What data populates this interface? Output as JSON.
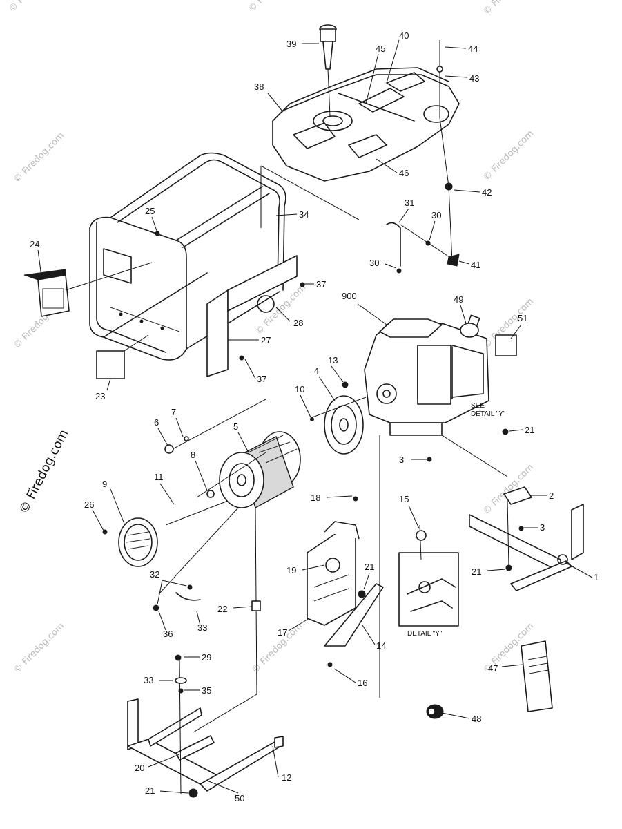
{
  "watermark": {
    "text": "© Firedog.com",
    "side_text": "© Firedog.com"
  },
  "detail": {
    "label": "DETAIL \"Y\"",
    "see_label": "SEE",
    "see_detail": "DETAIL \"Y\""
  },
  "callouts": [
    {
      "id": "c39",
      "text": "39"
    },
    {
      "id": "c40",
      "text": "40"
    },
    {
      "id": "c45",
      "text": "45"
    },
    {
      "id": "c44",
      "text": "44"
    },
    {
      "id": "c43",
      "text": "43"
    },
    {
      "id": "c38",
      "text": "38"
    },
    {
      "id": "c46",
      "text": "46"
    },
    {
      "id": "c42",
      "text": "42"
    },
    {
      "id": "c25",
      "text": "25"
    },
    {
      "id": "c34",
      "text": "34"
    },
    {
      "id": "c31",
      "text": "31"
    },
    {
      "id": "c30a",
      "text": "30"
    },
    {
      "id": "c30b",
      "text": "30"
    },
    {
      "id": "c41",
      "text": "41"
    },
    {
      "id": "c24",
      "text": "24"
    },
    {
      "id": "c37a",
      "text": "37"
    },
    {
      "id": "c900",
      "text": "900"
    },
    {
      "id": "c49",
      "text": "49"
    },
    {
      "id": "c28",
      "text": "28"
    },
    {
      "id": "c51",
      "text": "51"
    },
    {
      "id": "c27",
      "text": "27"
    },
    {
      "id": "c37b",
      "text": "37"
    },
    {
      "id": "c23",
      "text": "23"
    },
    {
      "id": "c13",
      "text": "13"
    },
    {
      "id": "c4",
      "text": "4"
    },
    {
      "id": "c10",
      "text": "10"
    },
    {
      "id": "c7",
      "text": "7"
    },
    {
      "id": "c6",
      "text": "6"
    },
    {
      "id": "c5",
      "text": "5"
    },
    {
      "id": "c21a",
      "text": "21"
    },
    {
      "id": "c3a",
      "text": "3"
    },
    {
      "id": "c8",
      "text": "8"
    },
    {
      "id": "c9",
      "text": "9"
    },
    {
      "id": "c11",
      "text": "11"
    },
    {
      "id": "c26",
      "text": "26"
    },
    {
      "id": "c18",
      "text": "18"
    },
    {
      "id": "c15",
      "text": "15"
    },
    {
      "id": "c2",
      "text": "2"
    },
    {
      "id": "c3b",
      "text": "3"
    },
    {
      "id": "c19",
      "text": "19"
    },
    {
      "id": "c21b",
      "text": "21"
    },
    {
      "id": "c21c",
      "text": "21"
    },
    {
      "id": "c1",
      "text": "1"
    },
    {
      "id": "c32",
      "text": "32"
    },
    {
      "id": "c22",
      "text": "22"
    },
    {
      "id": "c17",
      "text": "17"
    },
    {
      "id": "c14",
      "text": "14"
    },
    {
      "id": "c36",
      "text": "36"
    },
    {
      "id": "c33a",
      "text": "33"
    },
    {
      "id": "c47",
      "text": "47"
    },
    {
      "id": "c29",
      "text": "29"
    },
    {
      "id": "c16",
      "text": "16"
    },
    {
      "id": "c33b",
      "text": "33"
    },
    {
      "id": "c35",
      "text": "35"
    },
    {
      "id": "c48",
      "text": "48"
    },
    {
      "id": "c20",
      "text": "20"
    },
    {
      "id": "c12",
      "text": "12"
    },
    {
      "id": "c21d",
      "text": "21"
    },
    {
      "id": "c50",
      "text": "50"
    }
  ]
}
